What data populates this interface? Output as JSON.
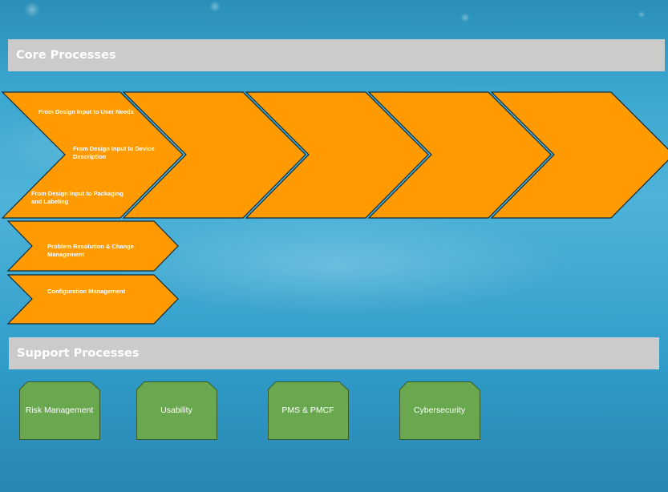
{
  "core": {
    "title": "Core Processes",
    "chevron_labels": [
      "From Design Input to User Needs",
      "From Design Input to Device Description",
      "From Design Input to Packaging and Labeling"
    ],
    "row_items": [
      "Problem Resolution & Change Management",
      "Configuration Management"
    ]
  },
  "support": {
    "title": "Support Processes",
    "items": [
      "Risk Management",
      "Usability",
      "PMS & PMCF",
      "Cybersecurity"
    ]
  },
  "colors": {
    "chevron": "#ff9a00",
    "support_box": "#6aa84f",
    "header_bar": "#cbcbcb"
  }
}
